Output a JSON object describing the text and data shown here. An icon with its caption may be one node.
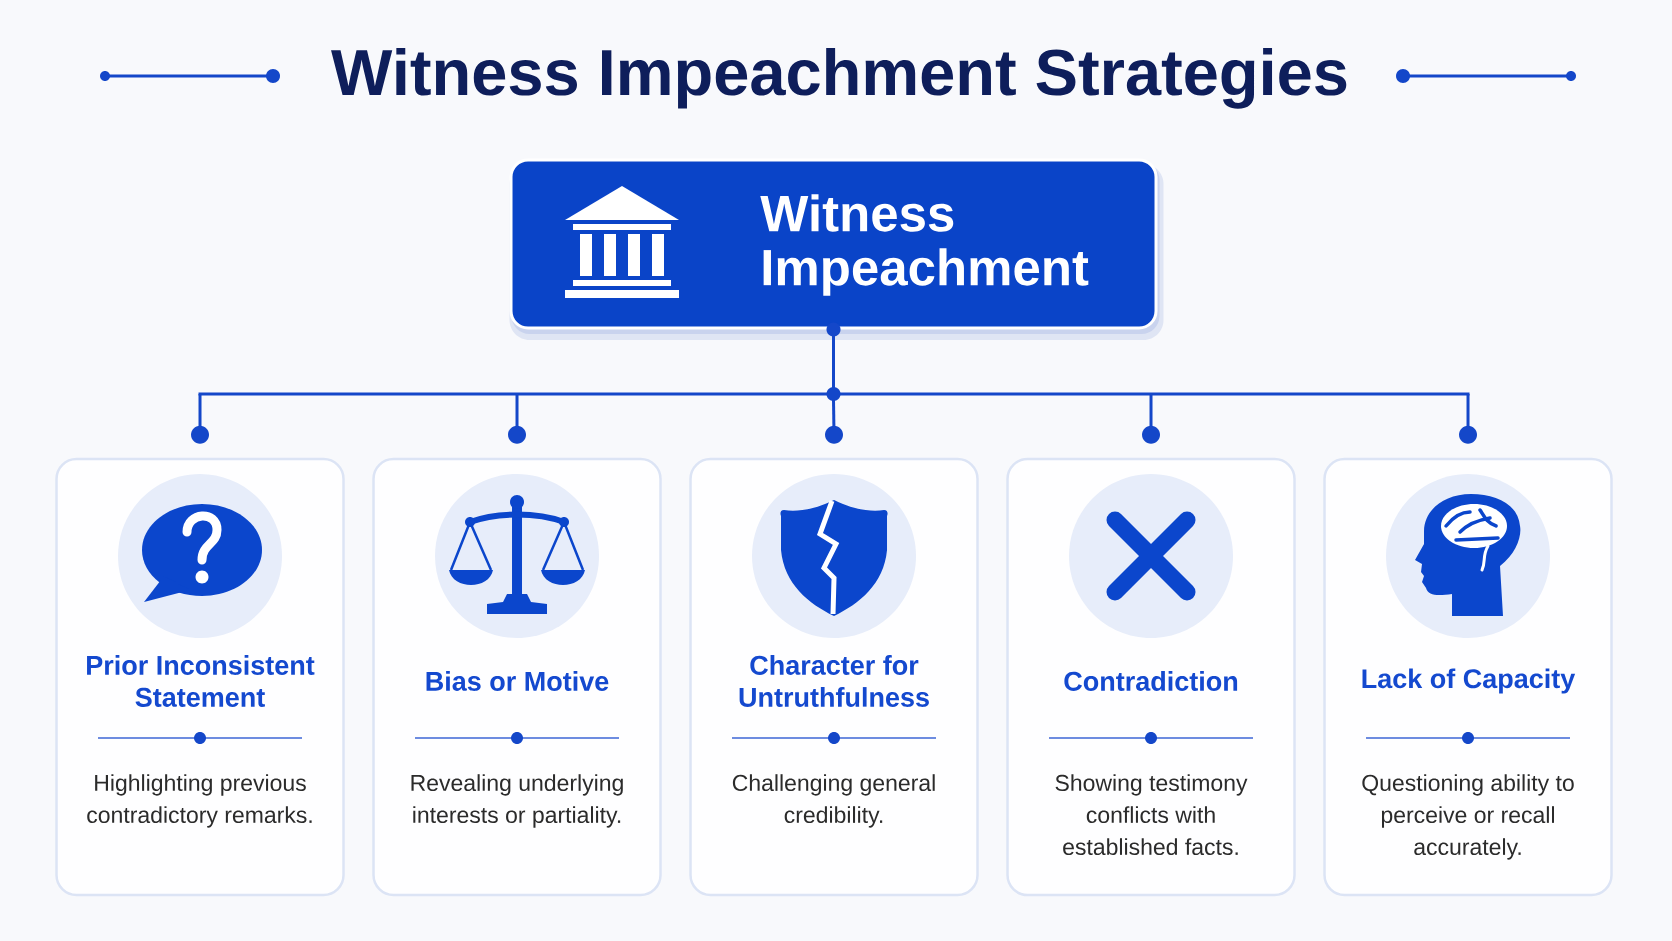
{
  "diagram": {
    "title": "Witness Impeachment Strategies",
    "nodes": [
      {
        "text": [
          "Witness Impeachment"
        ]
      },
      {
        "text": [
          "Prior Inconsistent Statement",
          "Highlighting previous contradictory remarks."
        ]
      },
      {
        "text": [
          "Bias or Motive",
          "Revealing underlying interests or partiality."
        ]
      },
      {
        "text": [
          "Character for Untruthfulness",
          "Challenging general credibility."
        ]
      },
      {
        "text": [
          "Contradiction",
          "Showing testimony conflicts with established facts."
        ]
      },
      {
        "text": [
          "Lack of Capacity",
          "Questioning ability to perceive or recall accurately."
        ]
      }
    ],
    "edges": [
      {
        "from": 0,
        "to": 1,
        "arrow": "other"
      },
      {
        "from": 0,
        "to": 2,
        "arrow": "other"
      },
      {
        "from": 0,
        "to": 3,
        "arrow": "other"
      },
      {
        "from": 0,
        "to": 4,
        "arrow": "other"
      },
      {
        "from": 0,
        "to": 5,
        "arrow": "other"
      }
    ]
  }
}
